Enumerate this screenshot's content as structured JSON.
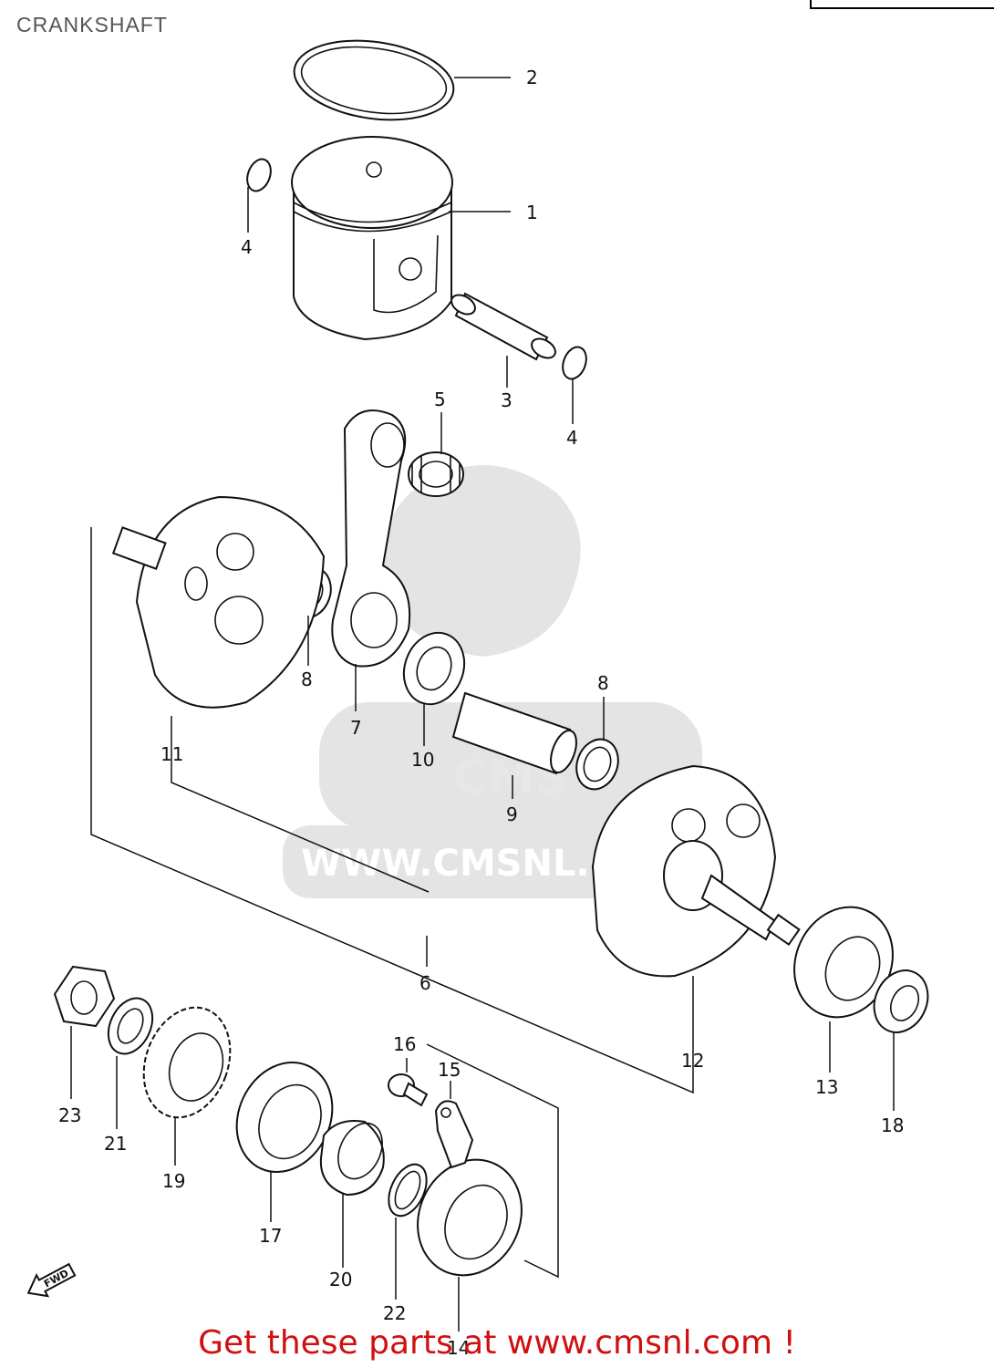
{
  "page": {
    "title": "CRANKSHAFT"
  },
  "watermark": {
    "text": "WWW.CMSNL.COM",
    "logo": "CMS"
  },
  "fwd_label": "FWD",
  "parts": [
    {
      "id": "1",
      "label": "1"
    },
    {
      "id": "2",
      "label": "2"
    },
    {
      "id": "3",
      "label": "3"
    },
    {
      "id": "4a",
      "label": "4"
    },
    {
      "id": "4b",
      "label": "4"
    },
    {
      "id": "5",
      "label": "5"
    },
    {
      "id": "6",
      "label": "6"
    },
    {
      "id": "7",
      "label": "7"
    },
    {
      "id": "8a",
      "label": "8"
    },
    {
      "id": "8b",
      "label": "8"
    },
    {
      "id": "9",
      "label": "9"
    },
    {
      "id": "10",
      "label": "10"
    },
    {
      "id": "11",
      "label": "11"
    },
    {
      "id": "12",
      "label": "12"
    },
    {
      "id": "13",
      "label": "13"
    },
    {
      "id": "14",
      "label": "14"
    },
    {
      "id": "15",
      "label": "15"
    },
    {
      "id": "16",
      "label": "16"
    },
    {
      "id": "17",
      "label": "17"
    },
    {
      "id": "18",
      "label": "18"
    },
    {
      "id": "19",
      "label": "19"
    },
    {
      "id": "20",
      "label": "20"
    },
    {
      "id": "21",
      "label": "21"
    },
    {
      "id": "22",
      "label": "22"
    },
    {
      "id": "23",
      "label": "23"
    }
  ],
  "footer": {
    "text": "Get these parts at www.cmsnl.com !",
    "color": "#d01010"
  }
}
